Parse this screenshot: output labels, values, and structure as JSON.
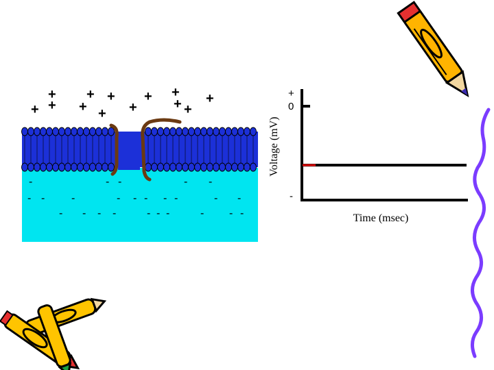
{
  "graph": {
    "y_axis_label": "Voltage (mV)",
    "x_axis_label": "Time (msec)",
    "y_top_sign": "+",
    "y_zero_label": "0",
    "y_bottom_sign": "-"
  },
  "membrane": {
    "outside_charge_symbol": "+",
    "inside_charge_symbol": "-",
    "outside_fill": "#ffffff",
    "inside_fluid_color": "#00e5f0",
    "bilayer_color": "#1c30d8",
    "channel_color": "#6b3a12"
  },
  "colors": {
    "resting_trace": "#e01010",
    "axis": "#000000",
    "border_squiggle": "#7b3cff"
  },
  "icons": [
    "pencil-icon",
    "crayons-icon"
  ]
}
